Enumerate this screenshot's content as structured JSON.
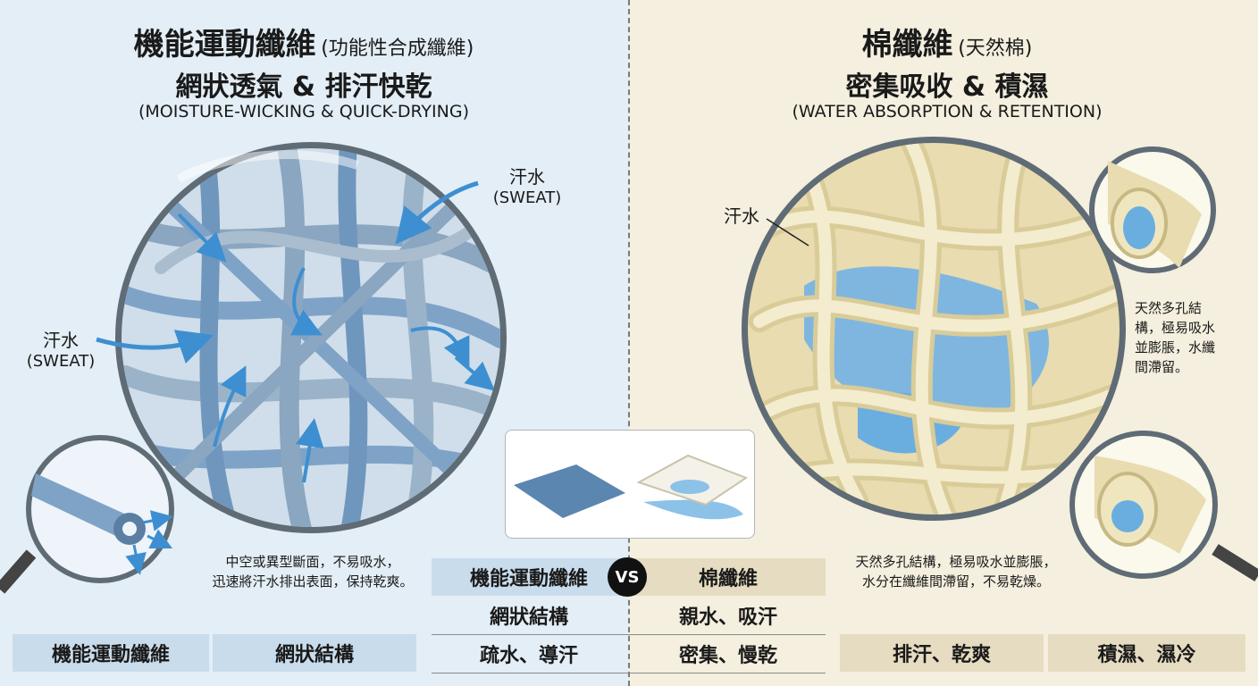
{
  "left": {
    "title": "機能運動纖維",
    "title_paren": "(功能性合成纖維)",
    "subtitle": "網狀透氣 & 排汗快乾",
    "subtitle_en": "(MOISTURE-WICKING & QUICK-DRYING)",
    "sweat_label_top": "汗水",
    "sweat_label_top_en": "(SWEAT)",
    "sweat_label_left": "汗水",
    "sweat_label_left_en": "(SWEAT)",
    "note_lines": [
      "中空或異型斷面，不易吸水，",
      "迅速將汗水排出表面，保持乾爽。"
    ],
    "bottom_cells": [
      "機能運動纖維",
      "網狀結構"
    ]
  },
  "right": {
    "title": "棉纖維",
    "title_paren": "(天然棉)",
    "subtitle": "密集吸收 & 積濕",
    "subtitle_en": "(WATER ABSORPTION & RETENTION)",
    "sweat_label": "汗水",
    "side_note_lines": [
      "天然多孔結",
      "構，極易吸水",
      "並膨脹，水纖",
      "間滯留。"
    ],
    "note_lines": [
      "天然多孔結構，極易吸水並膨脹，",
      "水分在纖維間滯留，不易乾燥。"
    ],
    "bottom_cells": [
      "排汗、乾爽",
      "積濕、濕冷"
    ]
  },
  "comparison": {
    "vs_label": "VS",
    "left_header": "機能運動纖維",
    "right_header": "棉纖維",
    "left_rows": [
      "網狀結構",
      "疏水、導汗"
    ],
    "right_rows": [
      "親水、吸汗",
      "密集、慢乾"
    ]
  },
  "colors": {
    "left_bg": "#e3eef6",
    "right_bg": "#f4efde",
    "synthetic_fiber": "#7fa3c7",
    "cotton_fiber": "#efe6c0",
    "water": "#6aaee0",
    "arrow": "#3d8fd1",
    "left_cell": "#c9dcec",
    "right_cell": "#e6dcc1"
  }
}
